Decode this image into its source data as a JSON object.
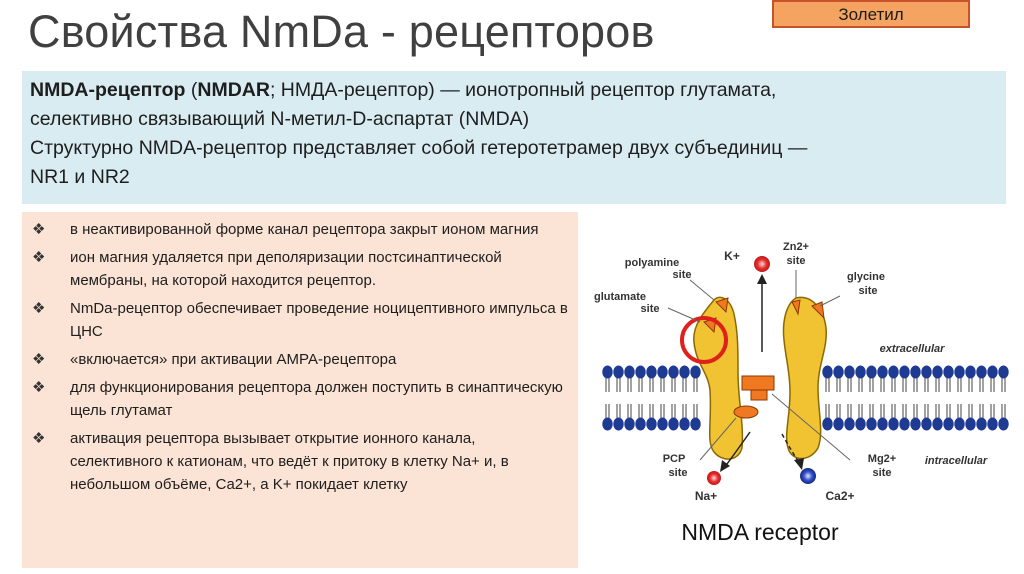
{
  "slide": {
    "title": "Свойства NmDa - рецепторов",
    "tag": "Золетил"
  },
  "definition": {
    "term": "NMDA-рецептор",
    "paren_open": " (",
    "abbr": "NMDAR",
    "line1_rest": "; НМДА-рецептор) — ионотропный рецептор глутамата,",
    "line2": "селективно связывающий N-метил-D-аспартат (NMDA)",
    "line3": "Структурно NMDA-рецептор представляет собой гетеротетрамер двух субъединиц —",
    "line4": "NR1 и NR2"
  },
  "bullets": [
    {
      "icon": "diamond-bullet-icon",
      "text": "в неактивированной форме канал рецептора закрыт ионом магния"
    },
    {
      "icon": "diamond-bullet-icon",
      "text": "ион магния удаляется при деполяризации постсинаптической мембраны, на которой находится рецептор."
    },
    {
      "icon": "diamond-bullet-icon",
      "text": "NmDa-рецептор обеспечивает проведение ноцицептивного импульса в ЦНС"
    },
    {
      "icon": "diamond-bullet-icon",
      "text": "«включается» при активации АМРА-рецептора"
    },
    {
      "icon": "diamond-bullet-icon",
      "text": "для функционирования рецептора должен поступить в синаптическую щель глутамат"
    },
    {
      "icon": "diamond-bullet-icon",
      "text": "активация рецептора вызывает открытие ионного канала, селективного к катионам, что ведёт к притоку в клетку Na+ и, в небольшом объёме, Ca2+, а K+ покидает клетку"
    }
  ],
  "bullet_glyph": "❖",
  "diagram": {
    "polyamine_1": "polyamine",
    "polyamine_2": "site",
    "k_ion": "K+",
    "zn_1": "Zn2+",
    "zn_2": "site",
    "glycine_1": "glycine",
    "glycine_2": "site",
    "glutamate_1": "glutamate",
    "glutamate_2": "site",
    "extracellular": "extracellular",
    "intracellular": "intracellular",
    "pcp_1": "PCP",
    "pcp_2": "site",
    "mg_1": "Mg2+",
    "mg_2": "site",
    "na_ion": "Na+",
    "ca_ion": "Ca2+",
    "caption": "NMDA receptor",
    "colors": {
      "subunit": "#f1c232",
      "site": "#f07820",
      "lipid_head": "#1f3a93",
      "highlight_ring": "#e0201a"
    }
  }
}
